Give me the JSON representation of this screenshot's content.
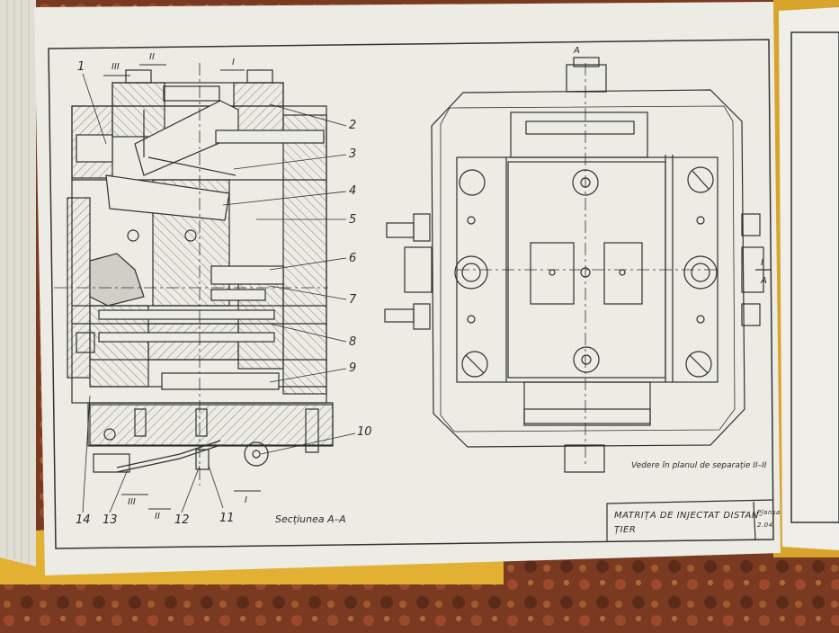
{
  "drawing": {
    "callouts": {
      "c1": "1",
      "c2": "2",
      "c3": "3",
      "c4": "4",
      "c5": "5",
      "c6": "6",
      "c7": "7",
      "c8": "8",
      "c9": "9",
      "c10": "10",
      "c11": "11",
      "c12": "12",
      "c13": "13",
      "c14": "14"
    },
    "section_marks": {
      "top_III": "III",
      "top_II": "II",
      "top_I": "I",
      "bottom_III": "III",
      "bottom_II": "II",
      "bottom_I": "I",
      "right_top_A": "A",
      "right_side_I": "I",
      "right_side_A": "A"
    },
    "section_caption": "Secțiunea A–A",
    "view_caption": "Vedere în planul de separație II–II",
    "title_block": {
      "title_line1": "MATRIȚA DE INJECTAT DISTAN-",
      "title_line2": "ȚIER",
      "side_line1": "Planșa",
      "side_line2": "2.04"
    }
  },
  "colors": {
    "carpet": "#7a3a22",
    "paper": "#ecebe4",
    "ink": "#2f2f2f",
    "binding": "#e2b032"
  }
}
